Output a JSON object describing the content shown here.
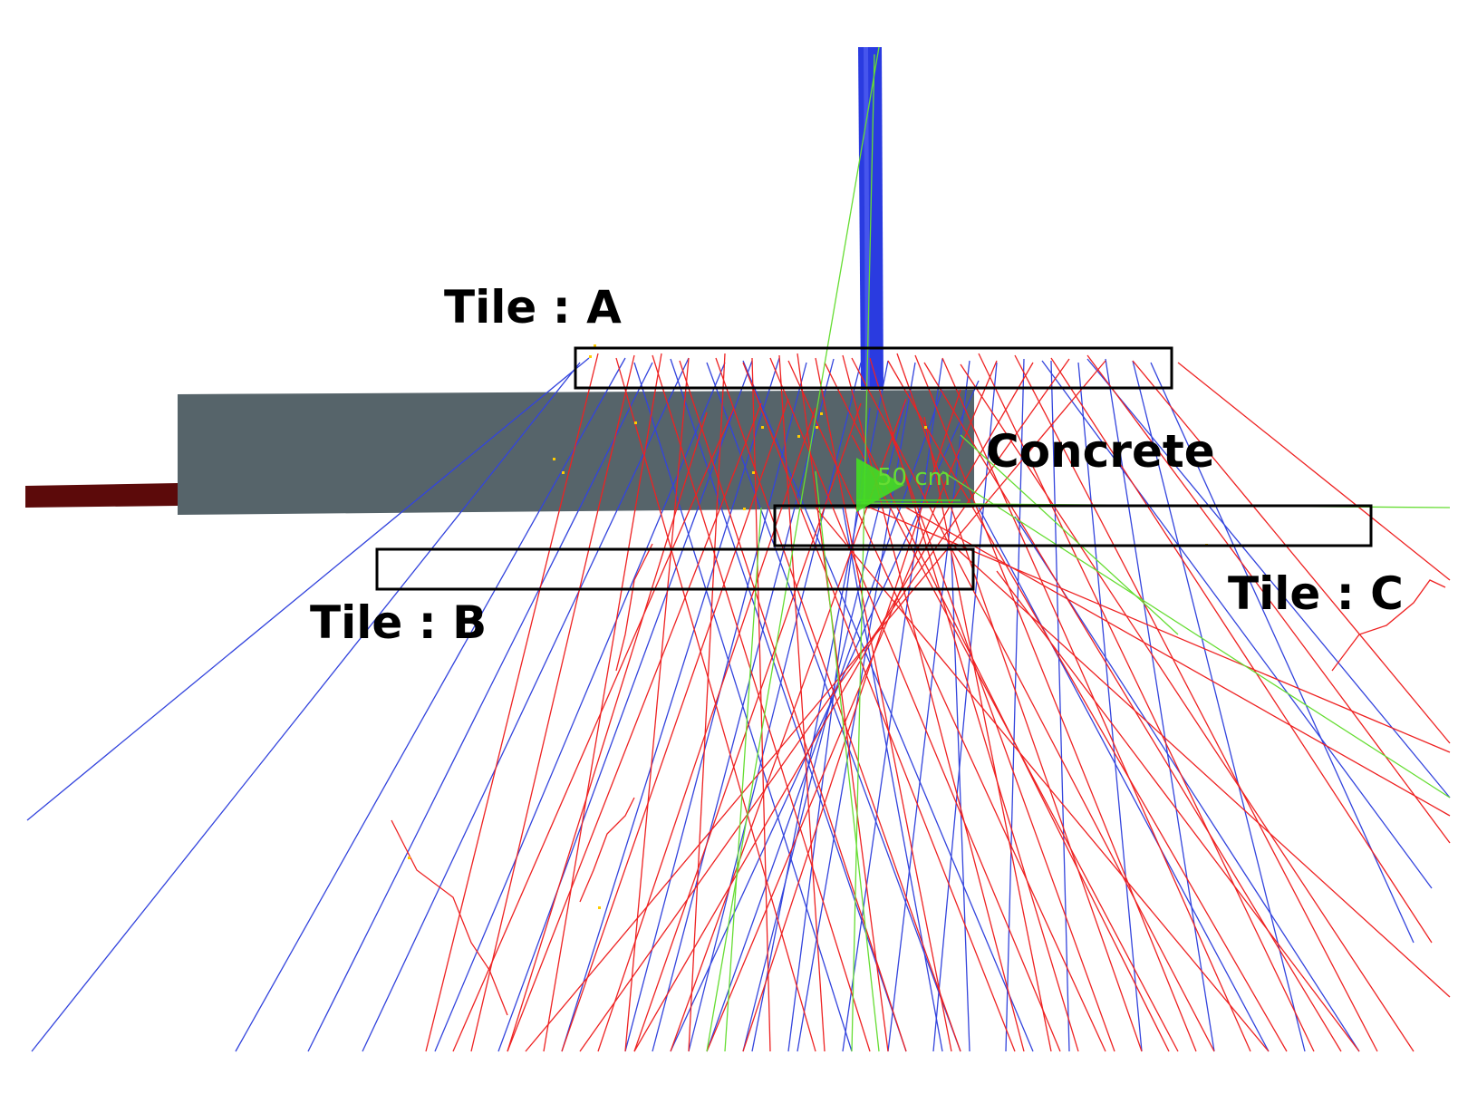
{
  "labels": {
    "tile_a": "Tile : A",
    "tile_b": "Tile : B",
    "tile_c": "Tile : C",
    "concrete": "Concrete",
    "scale": "50 cm"
  },
  "colors": {
    "background": "#ffffff",
    "concrete_block": "#56646a",
    "beam_pipe": "#5c0a0a",
    "muon_beam": "#2a3be0",
    "tile_outline": "#000000",
    "track_red": "#ee2222",
    "track_blue": "#3344dd",
    "track_green": "#66dd33",
    "scale_marker": "#44dd22",
    "hit_yellow": "#ffcc00"
  },
  "legend_note": {
    "red_tracks": "track_red",
    "blue_tracks": "track_blue",
    "green_tracks": "track_green"
  }
}
